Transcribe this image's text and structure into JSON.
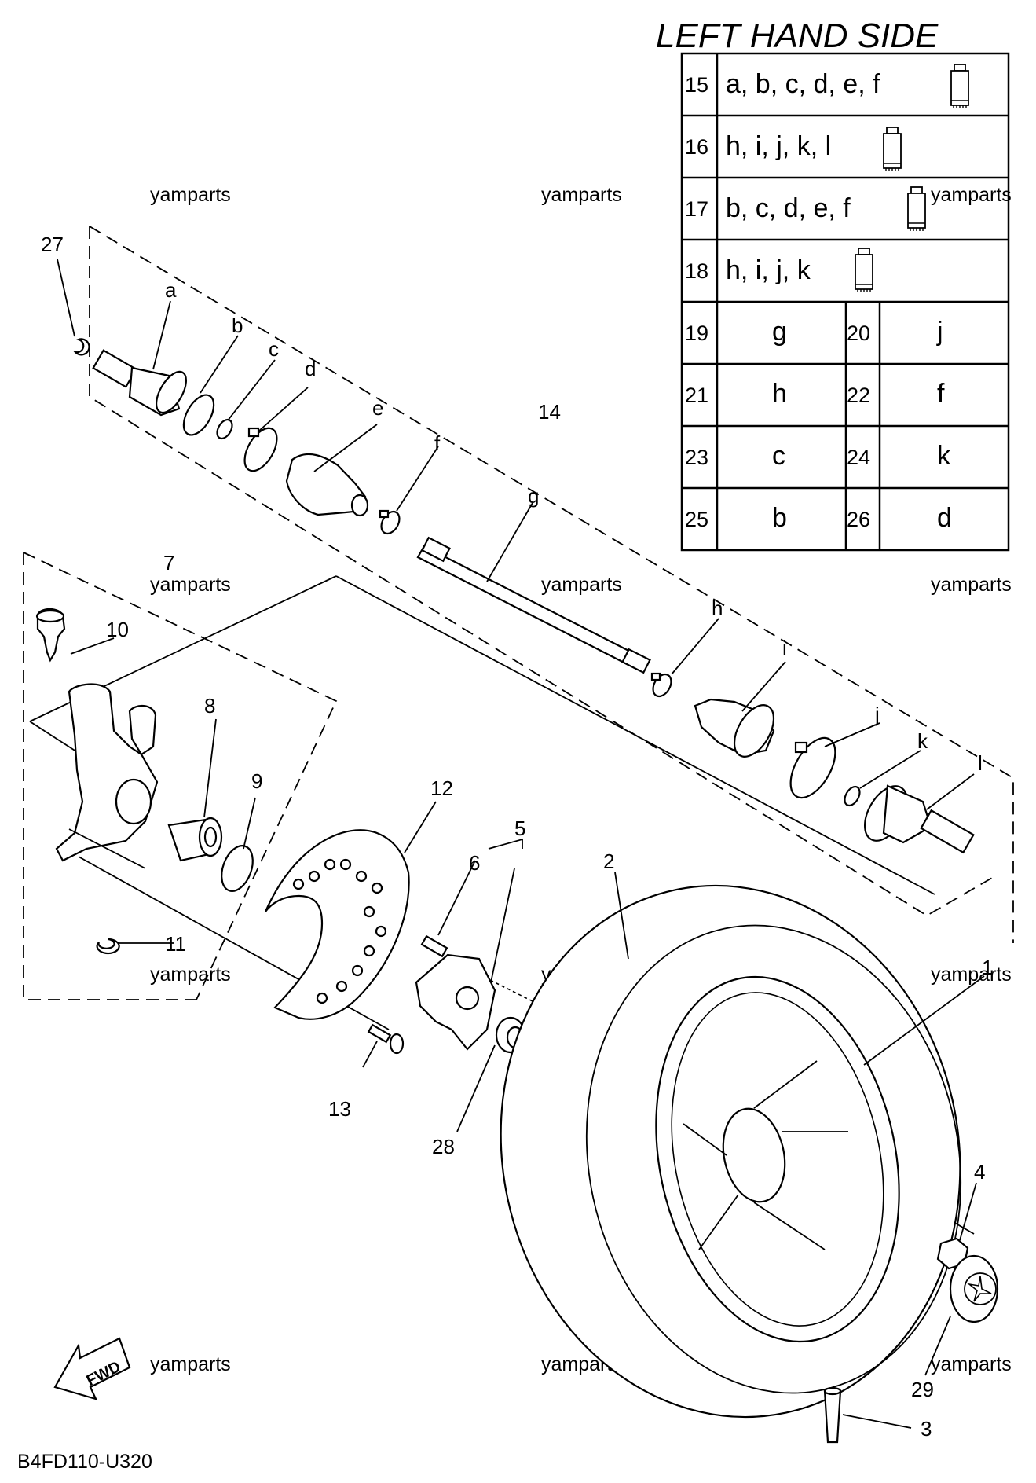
{
  "title": "LEFT HAND SIDE",
  "diagram_code": "B4FD110-U320",
  "watermark": "yamparts",
  "fwd_label": "FWD",
  "table": {
    "rows_full": [
      {
        "num": "15",
        "letters": "a, b, c, d, e, f"
      },
      {
        "num": "16",
        "letters": "h, i, j, k, l"
      },
      {
        "num": "17",
        "letters": "b, c, d, e, f"
      },
      {
        "num": "18",
        "letters": "h, i, j, k"
      }
    ],
    "rows_pair": [
      [
        {
          "num": "19",
          "letter": "g"
        },
        {
          "num": "20",
          "letter": "j"
        }
      ],
      [
        {
          "num": "21",
          "letter": "h"
        },
        {
          "num": "22",
          "letter": "f"
        }
      ],
      [
        {
          "num": "23",
          "letter": "c"
        },
        {
          "num": "24",
          "letter": "k"
        }
      ],
      [
        {
          "num": "25",
          "letter": "b"
        },
        {
          "num": "26",
          "letter": "d"
        }
      ]
    ]
  },
  "callouts": {
    "n1": "1",
    "n2": "2",
    "n3": "3",
    "n4": "4",
    "n5": "5",
    "n6": "6",
    "n7": "7",
    "n8": "8",
    "n9": "9",
    "n10": "10",
    "n11": "11",
    "n12": "12",
    "n13": "13",
    "n14": "14",
    "n27": "27",
    "n28": "28",
    "n29": "29"
  },
  "letters": {
    "a": "a",
    "b": "b",
    "c": "c",
    "d": "d",
    "e": "e",
    "f": "f",
    "g": "g",
    "h": "h",
    "i": "i",
    "j": "j",
    "k": "k",
    "l": "l"
  },
  "icons": [
    "grease-tube-icon",
    "fwd-arrow-icon",
    "yamaha-emblem-icon"
  ]
}
